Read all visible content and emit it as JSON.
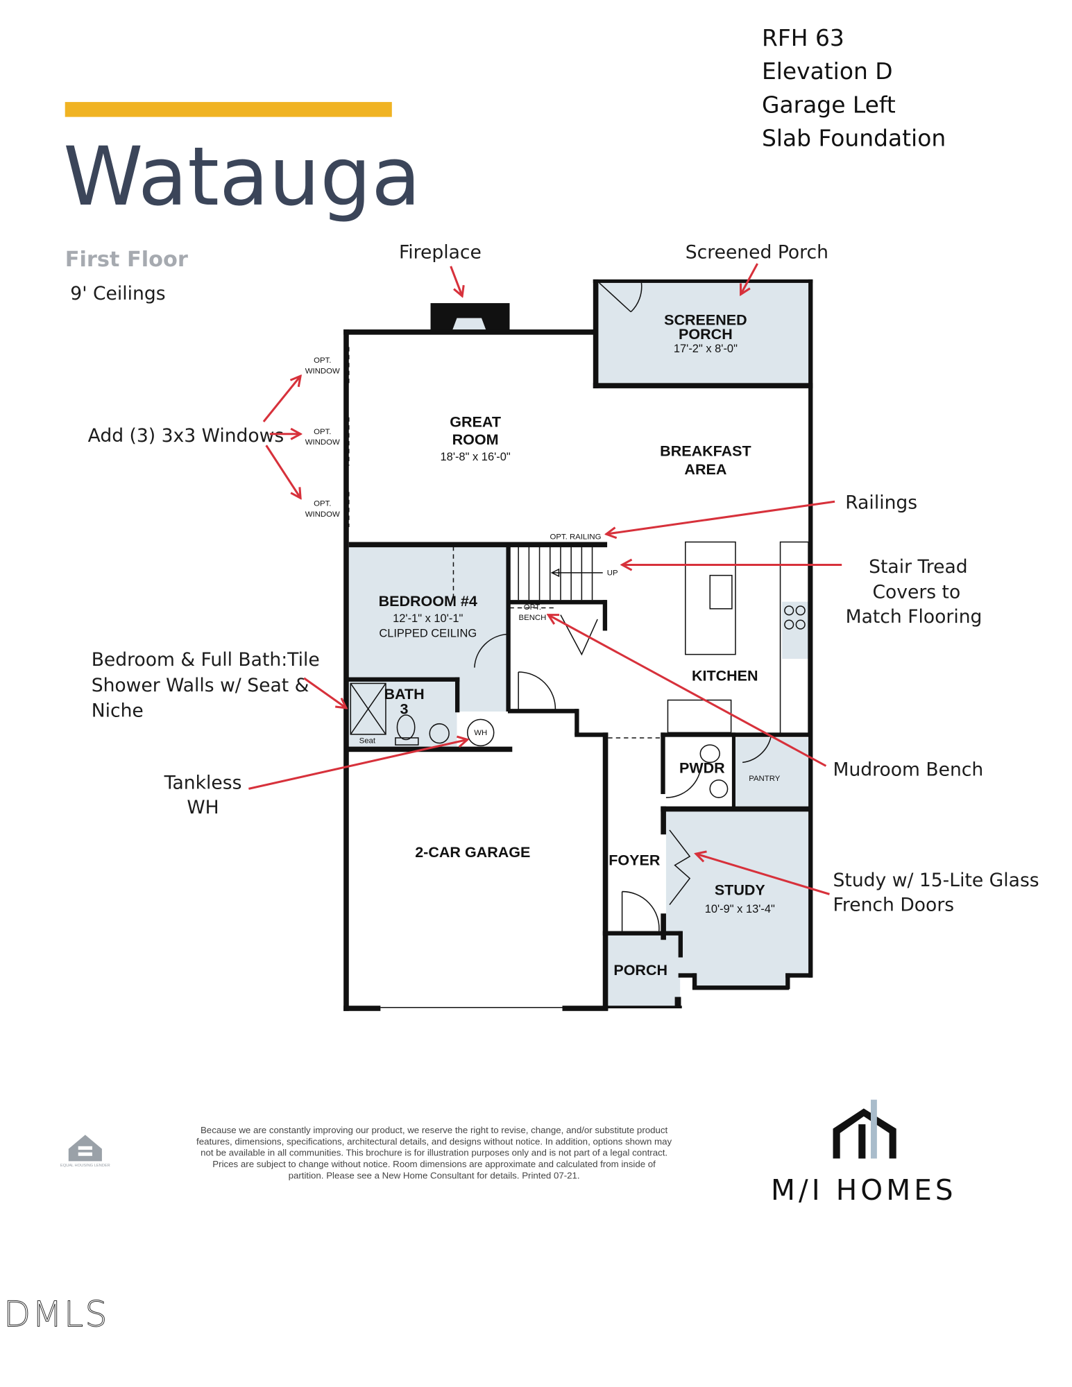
{
  "header": {
    "title": "Watauga",
    "floor": "First Floor",
    "ceilings": "9' Ceilings",
    "plan_info": [
      "RFH 63",
      "Elevation D",
      "Garage Left",
      "Slab Foundation"
    ],
    "accent_color": "#f0b323",
    "title_color": "#3b4559"
  },
  "callouts": {
    "fireplace": "Fireplace",
    "screened_porch": "Screened Porch",
    "windows": "Add (3) 3x3 Windows",
    "railings": "Railings",
    "stair": [
      "Stair Tread",
      "Covers to",
      "Match Flooring"
    ],
    "bath": [
      "Bedroom & Full Bath:Tile",
      "Shower Walls w/ Seat &",
      "Niche"
    ],
    "wh": [
      "Tankless",
      "WH"
    ],
    "mudroom": "Mudroom Bench",
    "study": [
      "Study w/ 15-Lite Glass",
      "French Doors"
    ],
    "arrow_color": "#d7313b"
  },
  "rooms": {
    "screened_porch": [
      "SCREENED",
      "PORCH",
      "17'-2\" x 8'-0\""
    ],
    "great_room": [
      "GREAT",
      "ROOM",
      "18'-8\" x 16'-0\""
    ],
    "breakfast": [
      "BREAKFAST",
      "AREA"
    ],
    "bedroom4": [
      "BEDROOM #4",
      "12'-1\" x 10'-1\"",
      "CLIPPED CEILING"
    ],
    "bath3": [
      "BATH",
      "3"
    ],
    "kitchen": "KITCHEN",
    "pwdr": "PWDR",
    "pantry": "PANTRY",
    "garage": "2-CAR GARAGE",
    "foyer": "FOYER",
    "study": [
      "STUDY",
      "10'-9\" x 13'-4\""
    ],
    "porch": "PORCH",
    "room_fill": "#dde6ec"
  },
  "plan_labels": {
    "opt_window": [
      "OPT.",
      "WINDOW"
    ],
    "opt_railing": "OPT. RAILING",
    "up": "UP",
    "opt_bench": [
      "OPT.",
      "BENCH"
    ],
    "seat": "Seat",
    "wh": "WH"
  },
  "footer": {
    "disclaimer": [
      "Because we are constantly improving our product, we reserve the right to revise, change, and/or substitute product",
      "features, dimensions, specifications, architectural details, and designs without notice. In addition, options shown may",
      "not be available in all communities. This brochure is for illustration purposes only and is not part of a legal contract.",
      "Prices are subject to change without notice. Room dimensions are approximate and calculated from inside of",
      "partition. Please see a New Home Consultant for details. Printed 07-21."
    ],
    "brand": "M/I HOMES",
    "equal_housing": "EQUAL HOUSING LENDER",
    "watermark": "DMLS"
  }
}
